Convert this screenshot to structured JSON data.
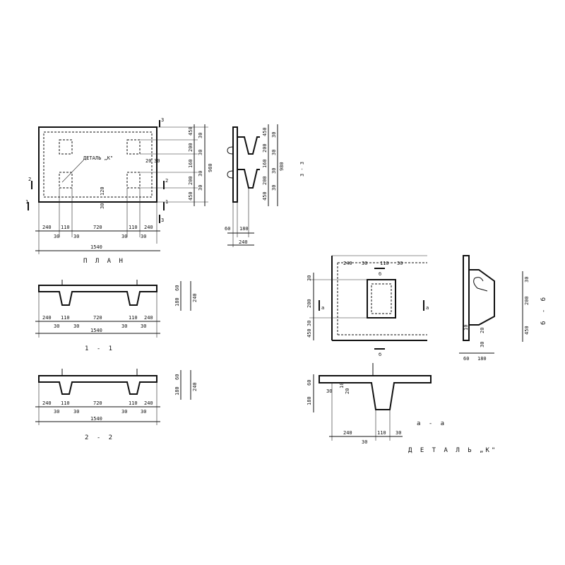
{
  "titles": {
    "plan": "П Л А Н",
    "s11": "1 - 1",
    "s22": "2 - 2",
    "s33": "3 - 3",
    "saa": "а - а",
    "sbb": "б - б",
    "detail": "Д Е Т А Л Ь  „К\""
  },
  "plan": {
    "callout": "ДЕТАЛЬ „К\"",
    "bottom_row1": [
      "240",
      "110",
      "720",
      "110",
      "240"
    ],
    "bottom_row2": [
      "30",
      "30",
      "30",
      "30"
    ],
    "total": "1540",
    "right": [
      "450",
      "30",
      "200",
      "30",
      "160",
      "30",
      "200",
      "30",
      "450"
    ],
    "right_total": "980",
    "inner": [
      "30",
      "120",
      "20",
      "30"
    ],
    "markers": [
      "2",
      "2",
      "1",
      "1",
      "3",
      "3"
    ]
  },
  "s33": {
    "right": [
      "450",
      "30",
      "200",
      "30",
      "160",
      "30",
      "200",
      "30",
      "450"
    ],
    "total": "980",
    "bottom": [
      "60",
      "180",
      "240"
    ]
  },
  "s11": {
    "right": [
      "60",
      "180",
      "240"
    ],
    "row1": [
      "240",
      "110",
      "720",
      "110",
      "240"
    ],
    "row2": [
      "30",
      "30",
      "30",
      "30"
    ],
    "total": "1540"
  },
  "s22": {
    "right": [
      "60",
      "180",
      "240"
    ],
    "row1": [
      "240",
      "110",
      "720",
      "110",
      "240"
    ],
    "row2": [
      "30",
      "30",
      "30",
      "30"
    ],
    "total": "1540"
  },
  "detail_k": {
    "top": [
      "240",
      "30",
      "110",
      "30"
    ],
    "left": [
      "30",
      "200",
      "30",
      "450"
    ],
    "marks": [
      "а",
      "а",
      "б",
      "б"
    ]
  },
  "sbb": {
    "right": [
      "30",
      "200",
      "450"
    ],
    "inner": [
      "10",
      "20",
      "30"
    ],
    "bottom": [
      "60",
      "180"
    ]
  },
  "saa": {
    "left": [
      "60",
      "180"
    ],
    "inner": [
      "30",
      "20",
      "10"
    ],
    "bottom": [
      "240",
      "110",
      "30",
      "30"
    ]
  }
}
